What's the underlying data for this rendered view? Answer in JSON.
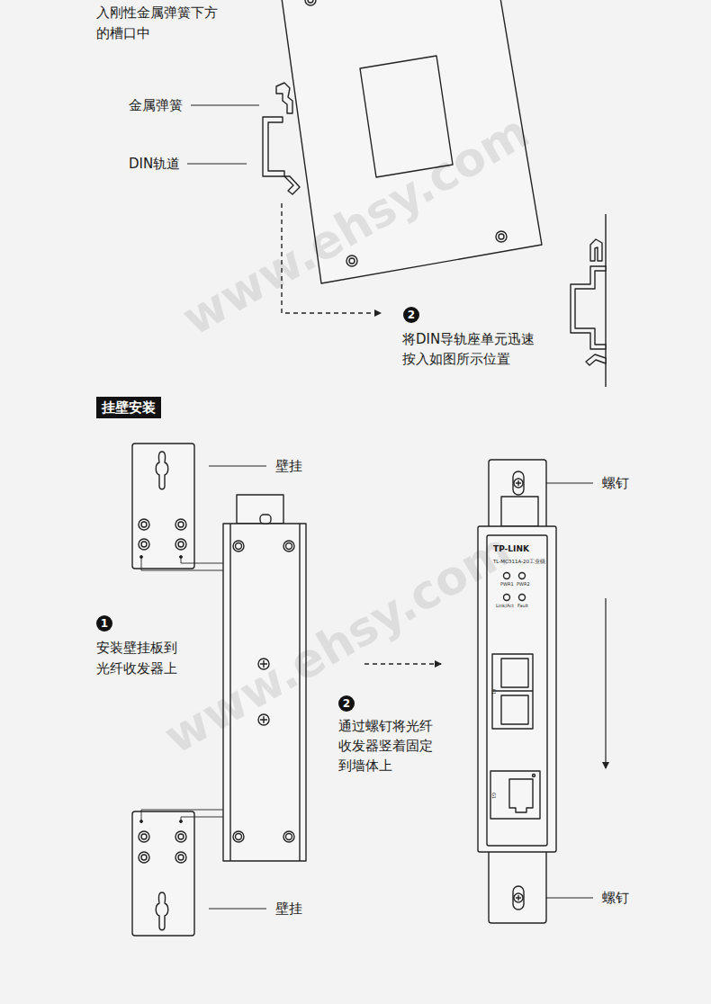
{
  "diagram": {
    "nodes": [
      {
        "text": [
          "挂壁安装"
        ]
      },
      {
        "text": [
          "2"
        ]
      },
      {
        "text": [
          "1"
        ]
      },
      {
        "text": [
          "2"
        ]
      }
    ],
    "labels": [
      "入刚性金属弹簧下方 的槽口中",
      "金属弹簧",
      "DIN轨道",
      "将DIN导轨座单元迅速 按入如图所示位置",
      "壁挂",
      "安装壁挂板到 光纤收发器上",
      "通过螺钉将光纤 收发器竖着固定 到墙体上",
      "螺钉",
      "螺钉",
      "壁挂",
      "TP-LINK",
      "TL-MC311A-20工业级",
      "PWR1",
      "PWR2",
      "Link/Act",
      "Fault",
      "F1",
      "G1",
      "www.ehsy.com",
      "www.ehsy.com"
    ]
  }
}
